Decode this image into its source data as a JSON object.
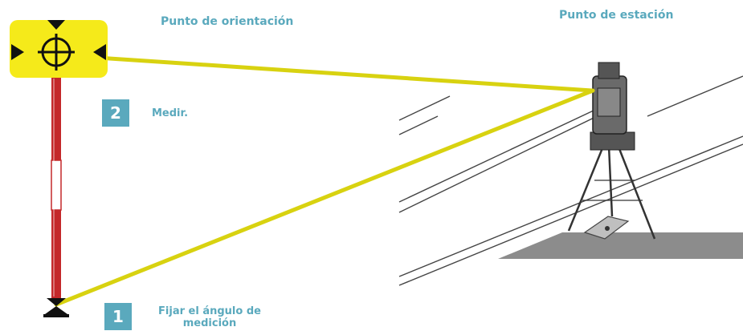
{
  "labels": {
    "orientation_point": "Punto de orientación",
    "station_point": "Punto de estación"
  },
  "steps": [
    {
      "number": "1",
      "text": "Fijar el ángulo de medición"
    },
    {
      "number": "2",
      "text": "Medir."
    }
  ],
  "colors": {
    "accent": "#5aa9bd",
    "target_yellow": "#f5ea1a",
    "sight_line": "#d8d210",
    "pole_red": "#c4282a"
  },
  "icons": [
    "crosshair-target-icon",
    "ground-marker-icon",
    "total-station-icon"
  ]
}
